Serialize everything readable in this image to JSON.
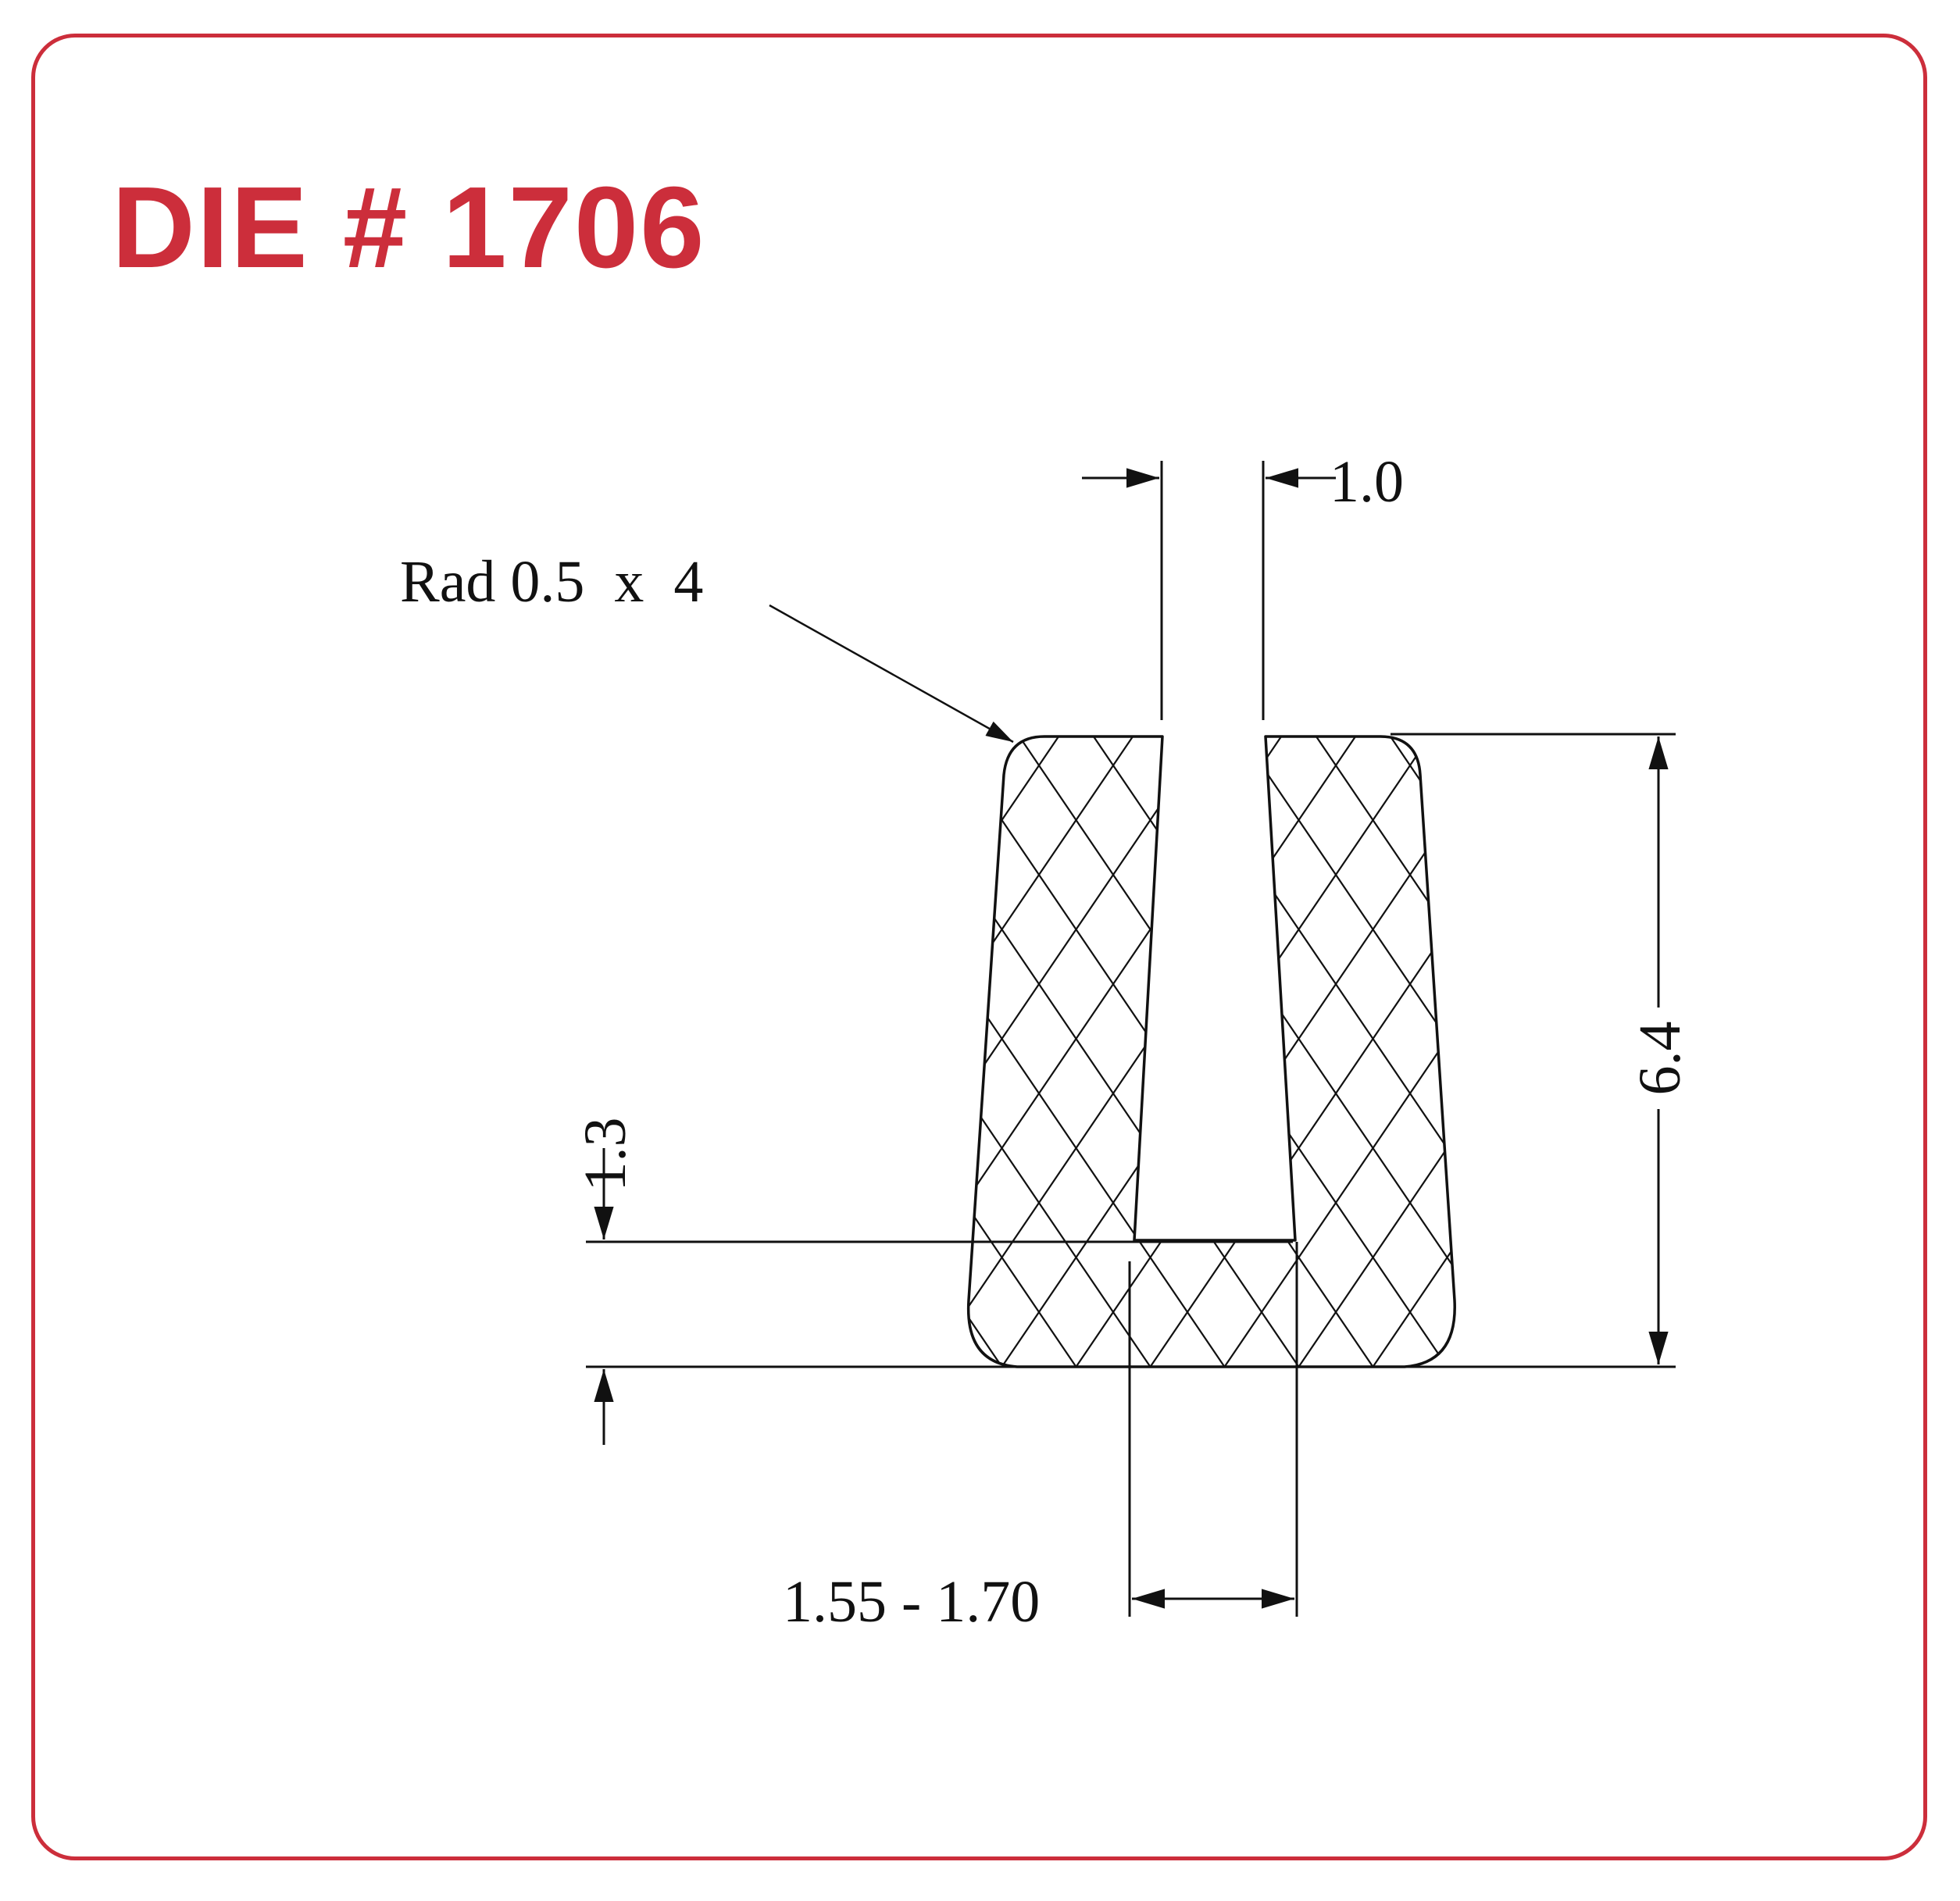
{
  "title": "DIE # 1706",
  "colors": {
    "accent": "#cc2e3b",
    "line": "#111111"
  },
  "drawing": {
    "radius_note": "Rad 0.5  x  4",
    "slot_width": "1.0",
    "height": "6.4",
    "base_thickness": "1.3",
    "slot_bottom_width": "1.55 - 1.70"
  }
}
